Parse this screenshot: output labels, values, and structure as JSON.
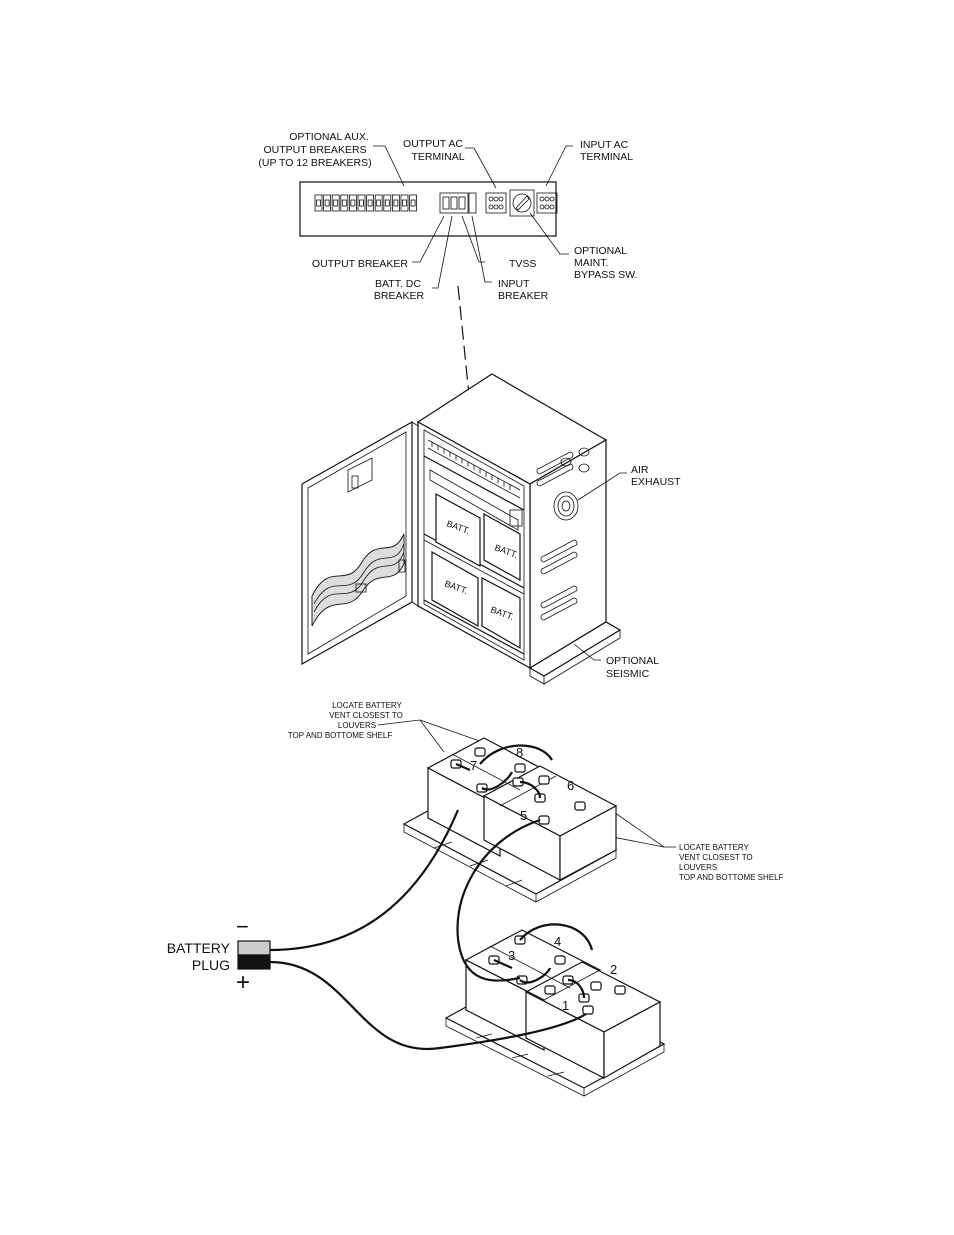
{
  "panel_labels": {
    "aux_breakers": [
      "OPTIONAL AUX.",
      "OUTPUT BREAKERS",
      "(UP TO 12 BREAKERS)"
    ],
    "output_ac_terminal": [
      "OUTPUT AC",
      "TERMINAL"
    ],
    "input_ac_terminal": [
      "INPUT AC",
      "TERMINAL"
    ],
    "output_breaker": "OUTPUT BREAKER",
    "tvss": "TVSS",
    "batt_dc_breaker": [
      "BATT. DC",
      "BREAKER"
    ],
    "input_breaker": [
      "INPUT",
      "BREAKER"
    ],
    "maint_bypass": [
      "OPTIONAL",
      "MAINT.",
      "BYPASS SW."
    ]
  },
  "cabinet_labels": {
    "air_exhaust": [
      "AIR",
      "EXHAUST"
    ],
    "optional_seismic": [
      "OPTIONAL",
      "SEISMIC"
    ],
    "battery_label": "BATT."
  },
  "battery_labels": {
    "vent_note_top": [
      "LOCATE BATTERY",
      "VENT CLOSEST TO",
      "LOUVERS",
      "TOP AND BOTTOME SHELF"
    ],
    "vent_note_right": [
      "LOCATE BATTERY",
      "VENT CLOSEST TO",
      "LOUVERS",
      "TOP AND BOTTOME SHELF"
    ],
    "battery_numbers": [
      "1",
      "2",
      "3",
      "4",
      "5",
      "6",
      "7",
      "8"
    ],
    "battery_plug": [
      "BATTERY",
      "PLUG"
    ],
    "minus": "−",
    "plus": "+"
  }
}
